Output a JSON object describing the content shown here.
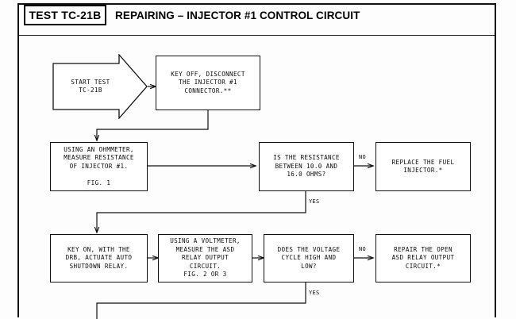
{
  "document": {
    "test_tag": "TEST TC-21B",
    "title": "REPAIRING – INJECTOR #1 CONTROL CIRCUIT"
  },
  "chart_data": {
    "type": "diagram",
    "title": "REPAIRING – INJECTOR #1 CONTROL CIRCUIT",
    "nodes": [
      {
        "id": "start",
        "shape": "arrow-pentagon",
        "text": "START TEST\nTC-21B"
      },
      {
        "id": "keyoff",
        "shape": "process",
        "text": "KEY OFF, DISCONNECT\nTHE INJECTOR #1\nCONNECTOR.**"
      },
      {
        "id": "ohmmeter",
        "shape": "process",
        "text": "USING AN OHMMETER,\nMEASURE RESISTANCE\nOF INJECTOR #1.\n\nFIG. 1"
      },
      {
        "id": "resistance",
        "shape": "decision",
        "text": "IS THE RESISTANCE\nBETWEEN 10.0 AND\n16.0 OHMS?"
      },
      {
        "id": "replace",
        "shape": "process",
        "text": "REPLACE THE FUEL\nINJECTOR.*"
      },
      {
        "id": "keyon",
        "shape": "process",
        "text": "KEY ON, WITH THE\nDRB, ACTUATE AUTO\nSHUTDOWN RELAY."
      },
      {
        "id": "voltmeter",
        "shape": "process",
        "text": "USING A VOLTMETER,\nMEASURE THE ASD\nRELAY OUTPUT\nCIRCUIT.\nFIG. 2 OR 3"
      },
      {
        "id": "voltage",
        "shape": "decision",
        "text": "DOES THE VOLTAGE\nCYCLE HIGH AND\nLOW?"
      },
      {
        "id": "repair",
        "shape": "process",
        "text": "REPAIR THE OPEN\nASD RELAY OUTPUT\nCIRCUIT.*"
      }
    ],
    "edges": [
      {
        "from": "start",
        "to": "keyoff",
        "label": ""
      },
      {
        "from": "keyoff",
        "to": "ohmmeter",
        "label": ""
      },
      {
        "from": "ohmmeter",
        "to": "resistance",
        "label": ""
      },
      {
        "from": "resistance",
        "to": "replace",
        "label": "NO"
      },
      {
        "from": "resistance",
        "to": "keyon",
        "label": "YES"
      },
      {
        "from": "keyon",
        "to": "voltmeter",
        "label": ""
      },
      {
        "from": "voltmeter",
        "to": "voltage",
        "label": ""
      },
      {
        "from": "voltage",
        "to": "repair",
        "label": "NO"
      },
      {
        "from": "voltage",
        "to": "offpage",
        "label": "YES"
      }
    ],
    "edge_labels": {
      "resistance_no": "NO",
      "resistance_yes": "YES",
      "voltage_no": "NO",
      "voltage_yes": "YES"
    },
    "colors": {
      "ink": "#111111",
      "paper": "#ffffff"
    }
  }
}
